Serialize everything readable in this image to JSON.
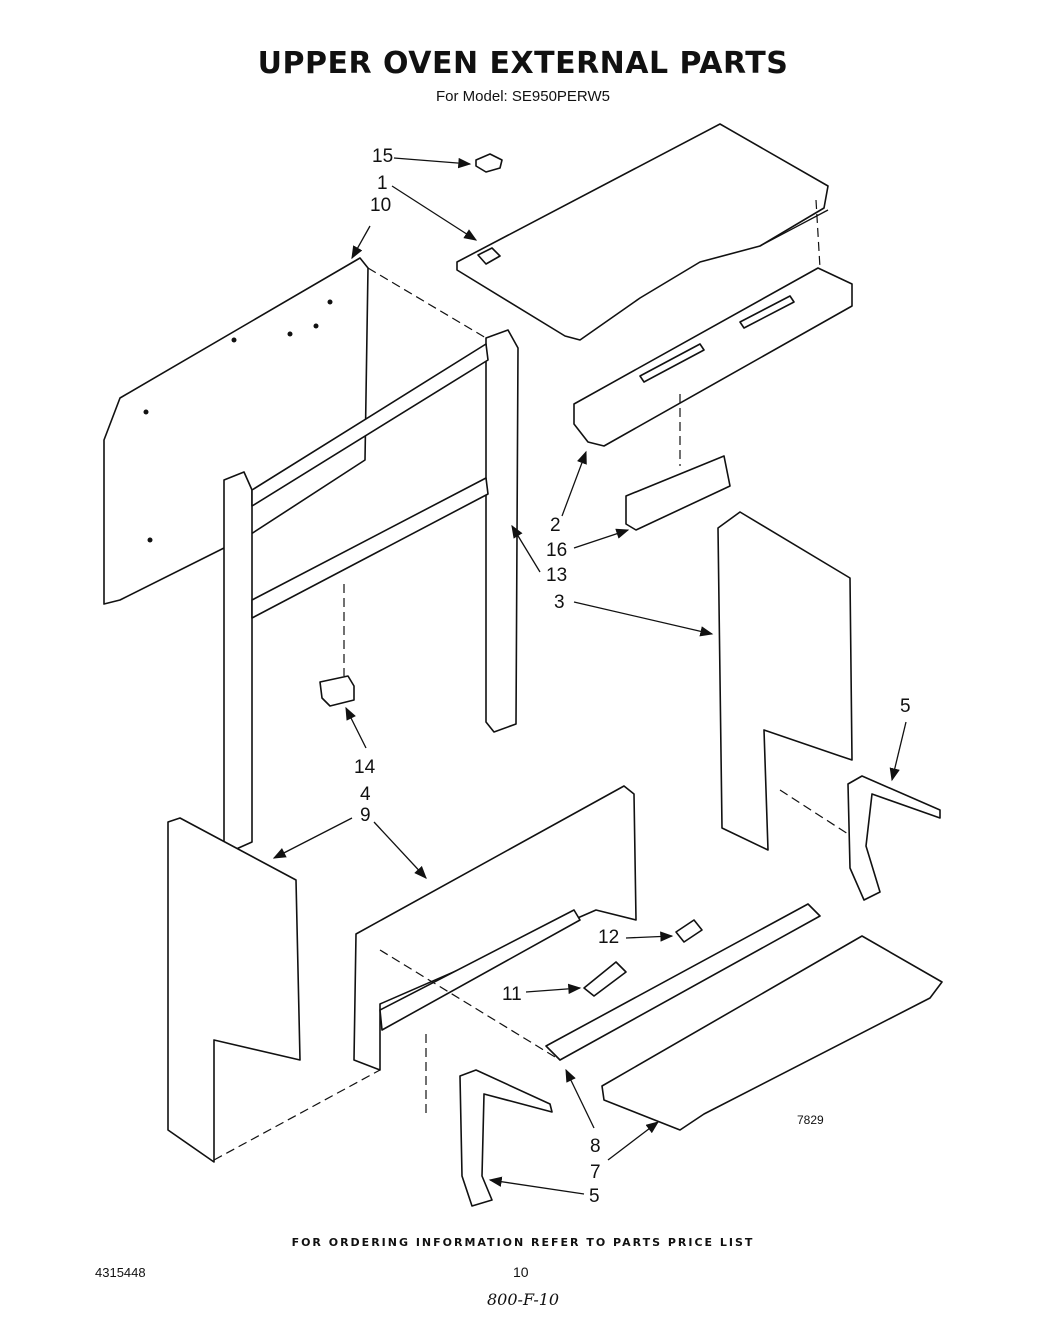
{
  "header": {
    "title": "UPPER OVEN EXTERNAL PARTS",
    "subtitle": "For Model: SE950PERW5"
  },
  "callouts": {
    "c1": "1",
    "c2": "2",
    "c3": "3",
    "c4": "4",
    "c5a": "5",
    "c5b": "5",
    "c7": "7",
    "c8": "8",
    "c9": "9",
    "c10": "10",
    "c11": "11",
    "c12": "12",
    "c13": "13",
    "c14": "14",
    "c15": "15",
    "c16": "16"
  },
  "diagram_code": "7829",
  "footer": {
    "note": "FOR ORDERING INFORMATION REFER TO PARTS PRICE LIST",
    "doc_number": "4315448",
    "page_number": "10",
    "handwritten": "800-F-10"
  }
}
